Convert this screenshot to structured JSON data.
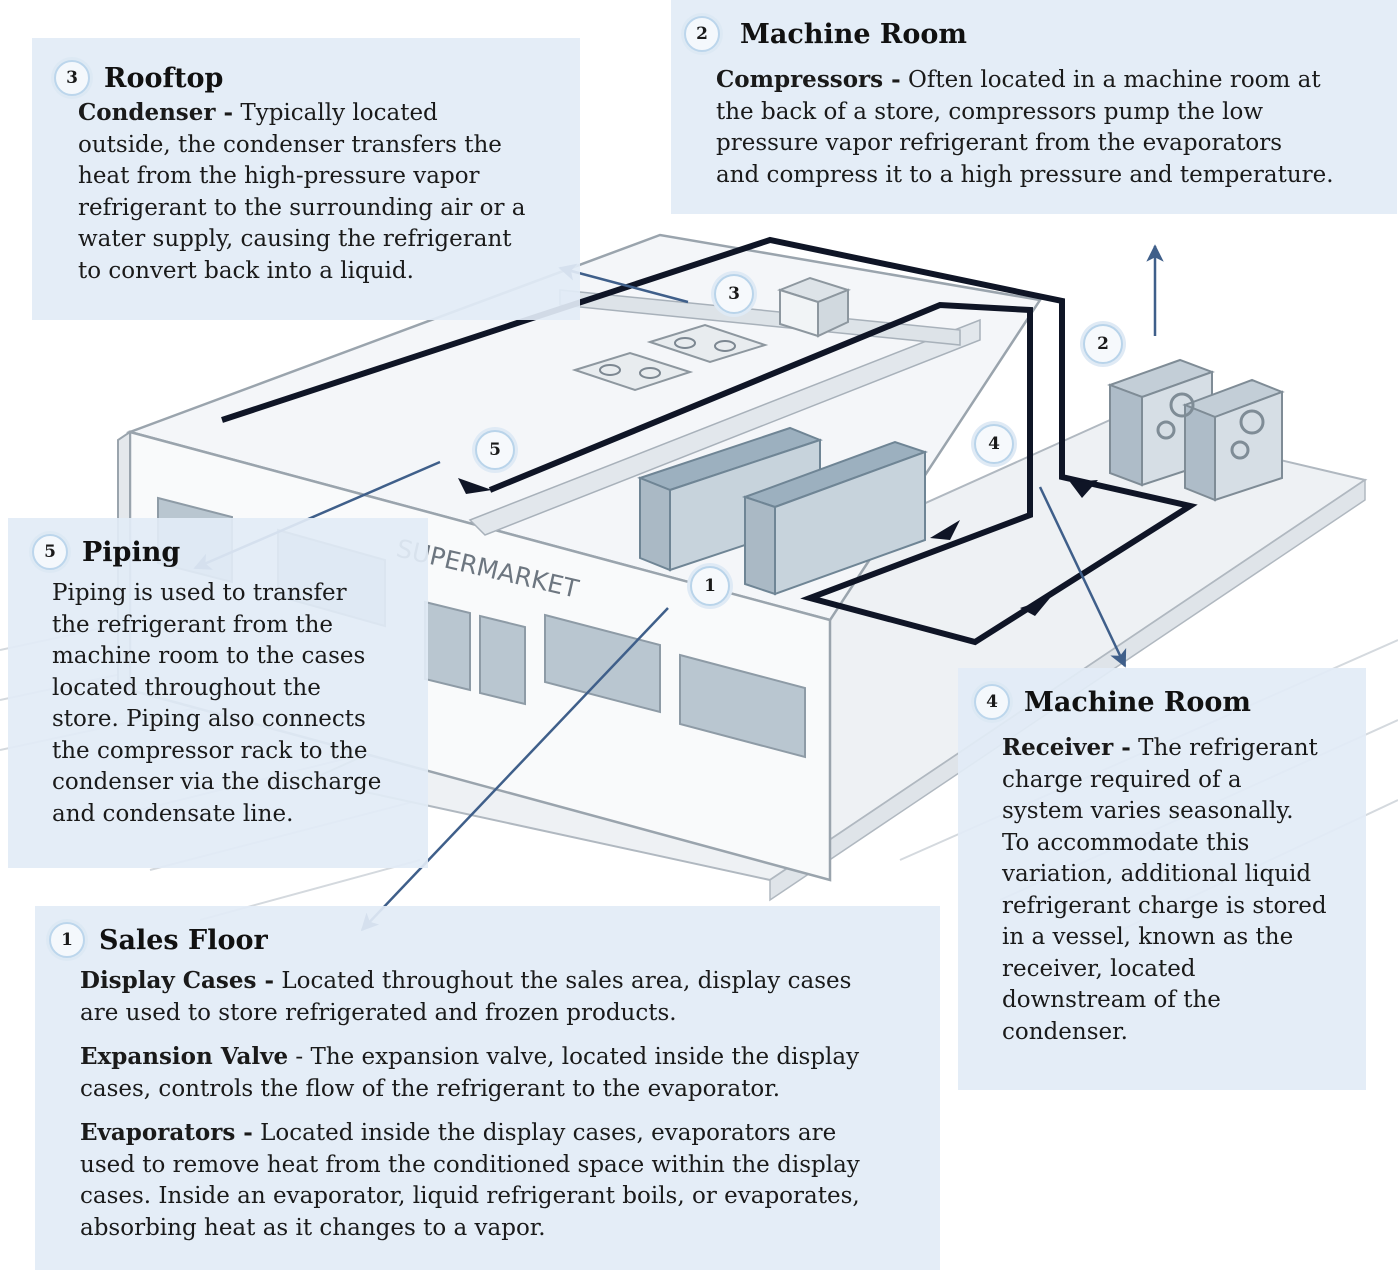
{
  "colors": {
    "panel_bg": "#e2ecf6",
    "arrow": "#3f5f8a",
    "pipe": "#0f1526",
    "building": "#f7f9fb",
    "building_stroke": "#9aa4ad",
    "case": "#9cb0bf"
  },
  "building": {
    "sign": "SUPERMARKET"
  },
  "markers": [
    "1",
    "2",
    "3",
    "4",
    "5"
  ],
  "panels": {
    "rooftop": {
      "number": "3",
      "title": "Rooftop",
      "term": "Condenser -",
      "lines": [
        "Typically located",
        "outside, the condenser transfers the",
        "heat from the high-pressure vapor",
        "refrigerant to the surrounding air or a",
        "water supply, causing the refrigerant",
        "to convert back into a liquid."
      ]
    },
    "machine_room_compressors": {
      "number": "2",
      "title": "Machine Room",
      "term": "Compressors -",
      "lines": [
        "Often located in a machine room at",
        "the back of a store, compressors pump the low",
        "pressure vapor refrigerant from the evaporators",
        "and compress it to a high pressure and temperature."
      ]
    },
    "piping": {
      "number": "5",
      "title": "Piping",
      "lines": [
        "Piping is used to transfer",
        "the refrigerant from the",
        "machine room to the cases",
        "located throughout the",
        "store. Piping also connects",
        "the compressor rack to the",
        "condenser via the discharge",
        "and condensate line."
      ]
    },
    "machine_room_receiver": {
      "number": "4",
      "title": "Machine Room",
      "term": "Receiver -",
      "lines": [
        "The refrigerant",
        "charge required of a",
        "system varies seasonally.",
        "To accommodate this",
        "variation, additional liquid",
        "refrigerant charge is stored",
        "in a vessel, known as the",
        "receiver, located",
        "downstream of the",
        "condenser."
      ]
    },
    "sales_floor": {
      "number": "1",
      "title": "Sales Floor",
      "items": [
        {
          "term": "Display Cases -",
          "lines": [
            "Located throughout the sales area, display cases",
            "are used to store refrigerated and frozen products."
          ]
        },
        {
          "term": "Expansion Valve",
          "lines": [
            " - The expansion valve, located inside the display",
            "cases, controls the flow of the refrigerant to the evaporator."
          ]
        },
        {
          "term": "Evaporators -",
          "lines": [
            "Located inside the display cases, evaporators are",
            "used to remove heat from the conditioned space within the display",
            "cases. Inside an evaporator, liquid refrigerant boils, or evaporates,",
            "absorbing heat as it changes to a vapor."
          ]
        }
      ]
    }
  }
}
